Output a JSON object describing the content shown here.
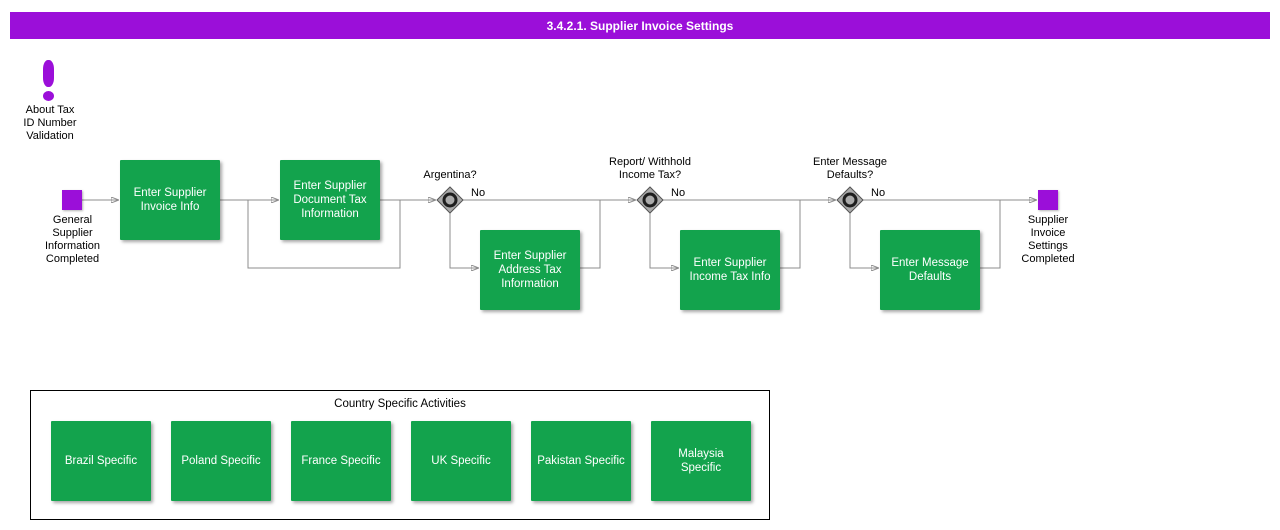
{
  "colors": {
    "purple": "#9B0FD9",
    "green": "#13A34D",
    "line": "#8C8C8C"
  },
  "banner": {
    "title": "3.4.2.1. Supplier Invoice Settings"
  },
  "note": {
    "label": "About Tax\nID Number\nValidation"
  },
  "flow": {
    "start_label": "General\nSupplier\nInformation\nCompleted",
    "end_label": "Supplier\nInvoice\nSettings\nCompleted",
    "boxes": {
      "invoice_info": "Enter Supplier\nInvoice Info",
      "document_tax": "Enter Supplier\nDocument Tax\nInformation",
      "address_tax": "Enter Supplier\nAddress Tax\nInformation",
      "income_tax": "Enter Supplier\nIncome Tax Info",
      "message_defaults": "Enter Message\nDefaults"
    },
    "decisions": {
      "argentina": {
        "question": "Argentina?",
        "no_label": "No"
      },
      "income_tax": {
        "question": "Report/ Withhold\nIncome Tax?",
        "no_label": "No"
      },
      "message_defaults": {
        "question": "Enter Message\nDefaults?",
        "no_label": "No"
      }
    }
  },
  "country_panel": {
    "title": "Country Specific Activities",
    "items": [
      "Brazil Specific",
      "Poland Specific",
      "France Specific",
      "UK Specific",
      "Pakistan Specific",
      "Malaysia\nSpecific"
    ]
  }
}
